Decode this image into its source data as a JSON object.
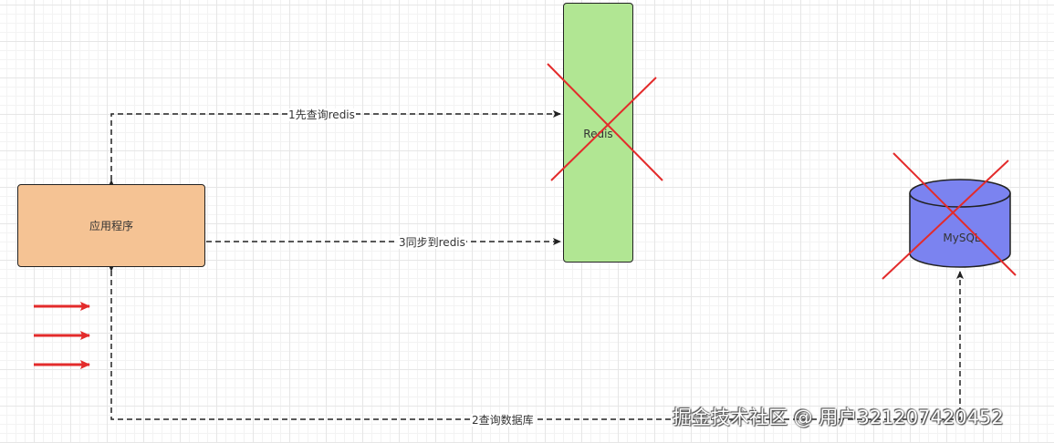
{
  "nodes": {
    "app": "应用程序",
    "redis": "Redis",
    "mysql": "MySQL"
  },
  "edges": {
    "step1": "1先查询redis",
    "step2": "2查询数据库",
    "step3": "3同步到redis"
  },
  "watermark": "掘金技术社区 @ 用户321207420452",
  "colors": {
    "app_fill": "#f5c394",
    "redis_fill": "#b1e693",
    "mysql_fill": "#7b83f0",
    "cross": "#e32b2b",
    "arrow_red": "#e32b2b"
  }
}
